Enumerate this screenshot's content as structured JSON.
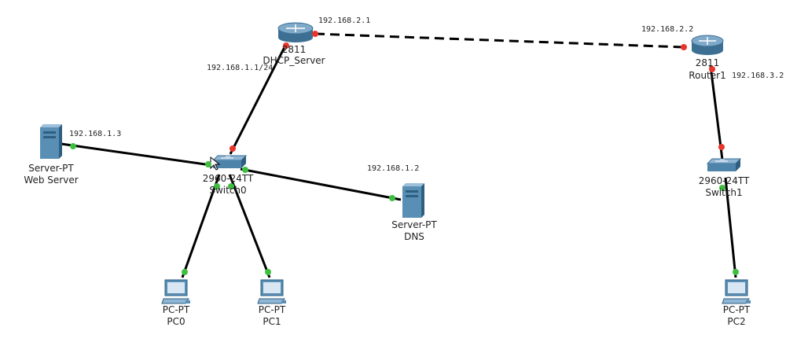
{
  "devices": {
    "dhcp_router": {
      "model": "2811",
      "name": "DHCP_Server"
    },
    "router1": {
      "model": "2811",
      "name": "Router1"
    },
    "web_server": {
      "model": "Server-PT",
      "name": "Web Server"
    },
    "dns_server": {
      "model": "Server-PT",
      "name": "DNS"
    },
    "switch0": {
      "model": "2960-24TT",
      "name": "Switch0"
    },
    "switch1": {
      "model": "2960-24TT",
      "name": "Switch1"
    },
    "pc0": {
      "model": "PC-PT",
      "name": "PC0"
    },
    "pc1": {
      "model": "PC-PT",
      "name": "PC1"
    },
    "pc2": {
      "model": "PC-PT",
      "name": "PC2"
    }
  },
  "addresses": {
    "dhcp_wan": "192.168.2.1",
    "router1_wan": "192.168.2.2",
    "dhcp_lan": "192.168.1.1/24",
    "router1_lan": "192.168.3.2",
    "web_server": "192.168.1.3",
    "dns_server": "192.168.1.2"
  },
  "colors": {
    "link": "#000000",
    "port_up": "#3fbf3f",
    "port_down": "#e8352b",
    "device_body": "#5a8fb5",
    "device_dark": "#3d6f93"
  }
}
